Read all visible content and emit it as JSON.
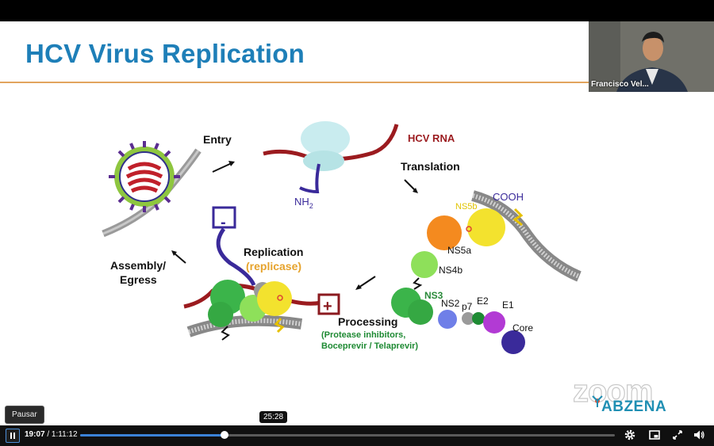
{
  "slide": {
    "title": "HCV Virus Replication",
    "labels": {
      "entry": "Entry",
      "hcv_rna": "HCV RNA",
      "translation": "Translation",
      "nh2": "NH",
      "nh2_sub": "2",
      "cooh": "COOH",
      "ns5b": "NS5b",
      "ns5a": "NS5a",
      "ns4b": "NS4b",
      "ns3": "NS3",
      "ns2": "NS2",
      "p7": "p7",
      "e2": "E2",
      "e1": "E1",
      "core": "Core",
      "replication": "Replication",
      "replicase": "(replicase)",
      "assembly_line1": "Assembly/",
      "assembly_line2": "Egress",
      "processing": "Processing",
      "processing_sub1": "(Protease inhibitors,",
      "processing_sub2": "Boceprevir / Telaprevir)",
      "minus": "-",
      "plus": "+"
    }
  },
  "webcam": {
    "name": "Francisco Vel..."
  },
  "branding": {
    "zoom": "zoom",
    "abzena": "ABZENA"
  },
  "player": {
    "tooltip": "Pausar",
    "hover_time": "25:28",
    "current_time": "19:07",
    "total_time": "1:11:12",
    "progress": 0.27,
    "accent": "#3b82d8"
  },
  "icons": [
    "pause-icon",
    "settings-icon",
    "picture-in-picture-icon",
    "fullscreen-icon",
    "volume-icon"
  ]
}
